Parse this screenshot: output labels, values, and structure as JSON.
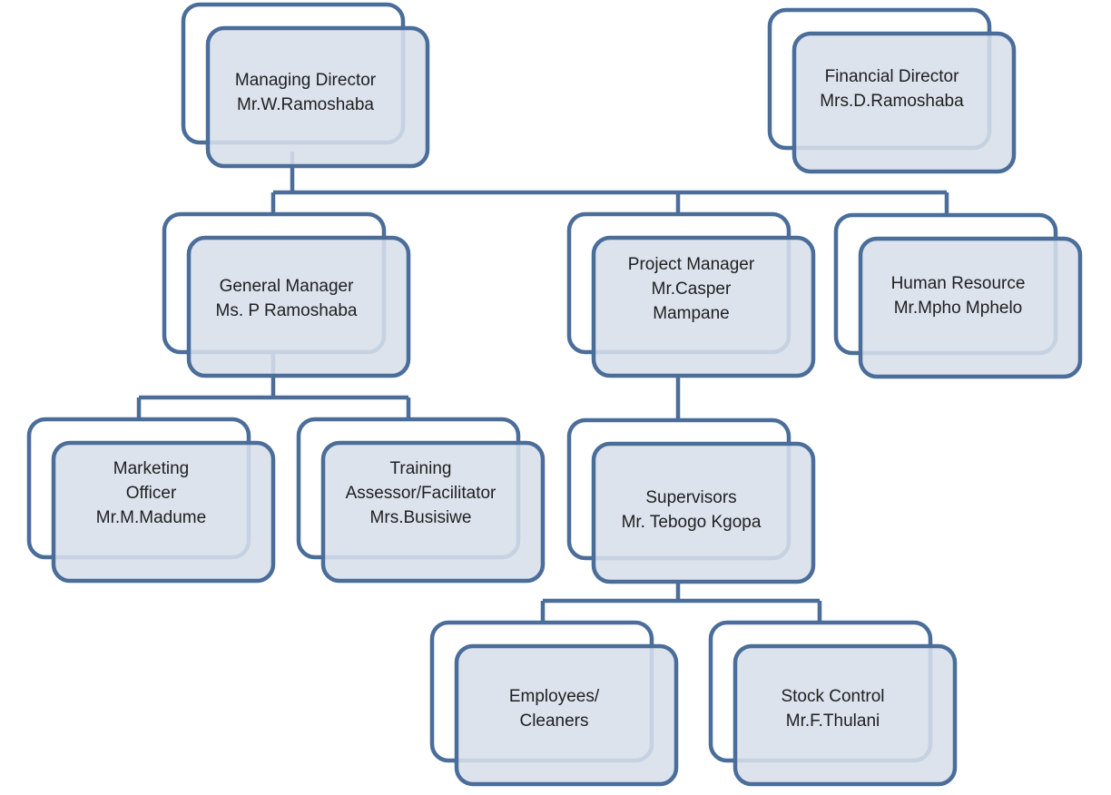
{
  "diagram": {
    "nodes": [
      {
        "id": "managing-director",
        "lines": [
          "Managing Director",
          "Mr.W.Ramoshaba"
        ]
      },
      {
        "id": "financial-director",
        "lines": [
          "Financial Director",
          "Mrs.D.Ramoshaba"
        ]
      },
      {
        "id": "general-manager",
        "lines": [
          "General Manager",
          "Ms. P Ramoshaba"
        ]
      },
      {
        "id": "project-manager",
        "lines": [
          "Project Manager",
          "Mr.Casper",
          "Mampane"
        ]
      },
      {
        "id": "human-resource",
        "lines": [
          "Human Resource",
          "Mr.Mpho Mphelo"
        ]
      },
      {
        "id": "marketing-officer",
        "lines": [
          "Marketing",
          "Officer",
          "Mr.M.Madume"
        ]
      },
      {
        "id": "training-assessor",
        "lines": [
          "Training",
          "Assessor/Facilitator",
          "Mrs.Busisiwe"
        ]
      },
      {
        "id": "supervisors",
        "lines": [
          "Supervisors",
          "Mr. Tebogo Kgopa"
        ]
      },
      {
        "id": "employees",
        "lines": [
          "Employees/",
          "Cleaners"
        ]
      },
      {
        "id": "stock-control",
        "lines": [
          "Stock Control",
          "Mr.F.Thulani"
        ]
      }
    ],
    "edges": [
      {
        "from": "managing-director",
        "to": "general-manager"
      },
      {
        "from": "managing-director",
        "to": "project-manager"
      },
      {
        "from": "managing-director",
        "to": "human-resource"
      },
      {
        "from": "general-manager",
        "to": "marketing-officer"
      },
      {
        "from": "general-manager",
        "to": "training-assessor"
      },
      {
        "from": "project-manager",
        "to": "supervisors"
      },
      {
        "from": "supervisors",
        "to": "employees"
      },
      {
        "from": "supervisors",
        "to": "stock-control"
      }
    ],
    "colors": {
      "stroke": "#4a6d9a",
      "card_fill": "#d7dfeb",
      "text": "#1f1f1f"
    }
  }
}
